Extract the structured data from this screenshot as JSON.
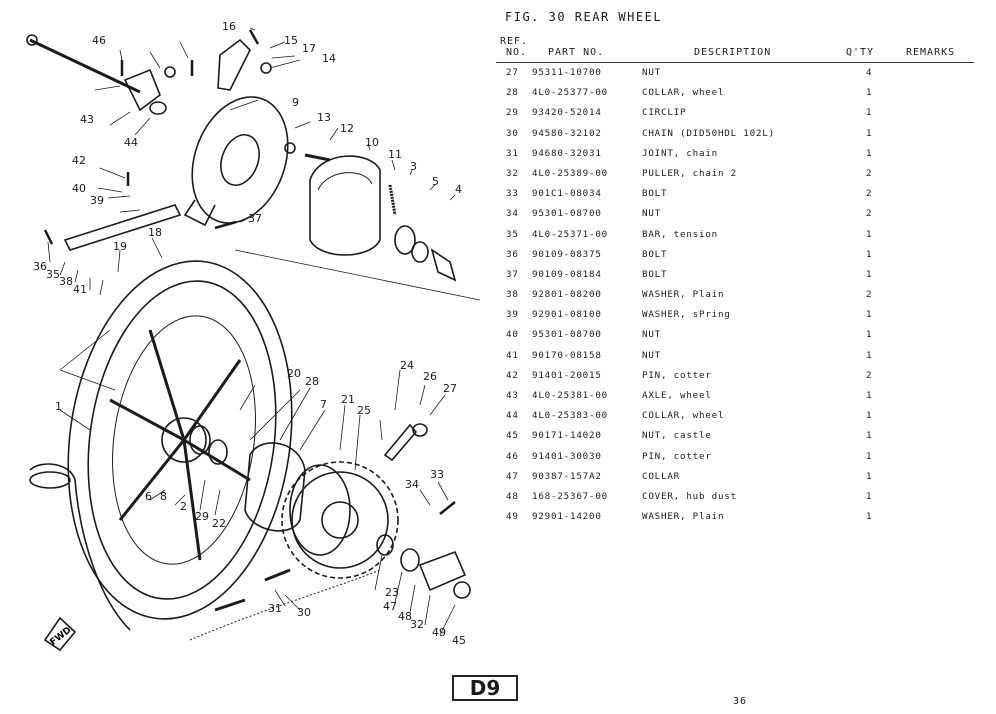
{
  "figure": {
    "title": "FIG. 30  REAR WHEEL"
  },
  "table": {
    "headers": {
      "ref_top": "REF.",
      "ref_no": "NO.",
      "part_no": "PART NO.",
      "description": "DESCRIPTION",
      "qty": "Q'TY",
      "remarks": "REMARKS"
    },
    "rows": [
      {
        "ref": "27",
        "part": "95311-10700",
        "desc": "NUT",
        "qty": "4"
      },
      {
        "ref": "28",
        "part": "4L0-25377-00",
        "desc": "COLLAR, wheel",
        "qty": "1"
      },
      {
        "ref": "29",
        "part": "93420-52014",
        "desc": "CIRCLIP",
        "qty": "1"
      },
      {
        "ref": "30",
        "part": "94580-32102",
        "desc": "CHAIN (DID50HDL 102L)",
        "qty": "1"
      },
      {
        "ref": "31",
        "part": "94680-32031",
        "desc": "JOINT, chain",
        "qty": "1"
      },
      {
        "ref": "32",
        "part": "4L0-25389-00",
        "desc": "PULLER, chain 2",
        "qty": "2"
      },
      {
        "ref": "33",
        "part": "901C1-08034",
        "desc": "BOLT",
        "qty": "2"
      },
      {
        "ref": "34",
        "part": "95301-08700",
        "desc": "NUT",
        "qty": "2"
      },
      {
        "ref": "35",
        "part": "4L0-25371-00",
        "desc": "BAR, tension",
        "qty": "1"
      },
      {
        "ref": "36",
        "part": "90109-08375",
        "desc": "BOLT",
        "qty": "1"
      },
      {
        "ref": "37",
        "part": "90109-08184",
        "desc": "BOLT",
        "qty": "1"
      },
      {
        "ref": "38",
        "part": "92801-08200",
        "desc": "WASHER, Plain",
        "qty": "2"
      },
      {
        "ref": "39",
        "part": "92901-08100",
        "desc": "WASHER, sPring",
        "qty": "1"
      },
      {
        "ref": "40",
        "part": "95301-08700",
        "desc": "NUT",
        "qty": "1"
      },
      {
        "ref": "41",
        "part": "90170-08158",
        "desc": "NUT",
        "qty": "1"
      },
      {
        "ref": "42",
        "part": "91401-20015",
        "desc": "PIN, cotter",
        "qty": "2"
      },
      {
        "ref": "43",
        "part": "4L0-25381-00",
        "desc": "AXLE, wheel",
        "qty": "1"
      },
      {
        "ref": "44",
        "part": "4L0-25383-00",
        "desc": "COLLAR, wheel",
        "qty": "1"
      },
      {
        "ref": "45",
        "part": "90171-14020",
        "desc": "NUT, castle",
        "qty": "1"
      },
      {
        "ref": "46",
        "part": "91401-30030",
        "desc": "PIN, cotter",
        "qty": "1"
      },
      {
        "ref": "47",
        "part": "90387-157A2",
        "desc": "COLLAR",
        "qty": "1"
      },
      {
        "ref": "48",
        "part": "168-25367-00",
        "desc": "COVER, hub dust",
        "qty": "1"
      },
      {
        "ref": "49",
        "part": "92901-14200",
        "desc": "WASHER, Plain",
        "qty": "1"
      }
    ]
  },
  "diagram": {
    "fwd_label": "FWD",
    "callouts": [
      "1",
      "2",
      "3",
      "4",
      "5",
      "6",
      "7",
      "8",
      "9",
      "10",
      "11",
      "12",
      "13",
      "14",
      "15",
      "16",
      "17",
      "18",
      "19",
      "20",
      "21",
      "22",
      "23",
      "24",
      "25",
      "26",
      "27",
      "28",
      "29",
      "30",
      "31",
      "32",
      "33",
      "34",
      "35",
      "36",
      "37",
      "38",
      "39",
      "40",
      "41",
      "42",
      "43",
      "44",
      "45",
      "46",
      "47",
      "48",
      "49"
    ]
  },
  "footer": {
    "section_badge": "D9",
    "page_number": "36"
  }
}
